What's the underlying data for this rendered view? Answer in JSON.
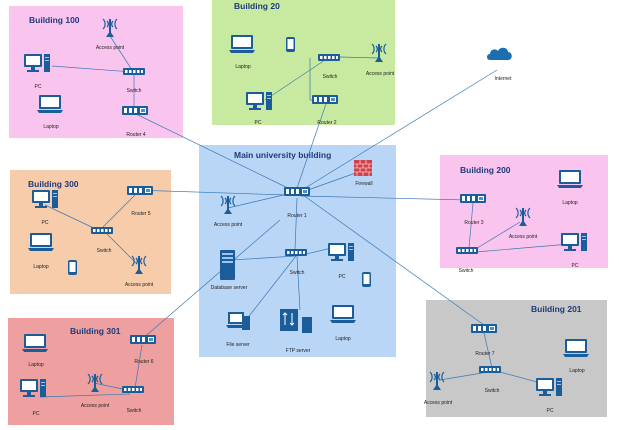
{
  "zones": {
    "b100": {
      "title": "Building 100",
      "color": "#f9c5ee"
    },
    "b20": {
      "title": "Building 20",
      "color": "#c8e9a0"
    },
    "b300": {
      "title": "Building 300",
      "color": "#f6ccaa"
    },
    "main": {
      "title": "Main university building",
      "color": "#b9d6f7"
    },
    "b200": {
      "title": "Building 200",
      "color": "#f9c5ee"
    },
    "b301": {
      "title": "Building 301",
      "color": "#ee9f9f"
    },
    "b201": {
      "title": "Building 201",
      "color": "#c8c8c8"
    }
  },
  "labels": {
    "b100_ap": "Access point",
    "b100_pc": "PC",
    "b100_switch": "Switch",
    "b100_laptop": "Laptop",
    "b100_router": "Router 4",
    "b20_laptop": "Laptop",
    "b20_switch": "Switch",
    "b20_ap": "Access point",
    "b20_pc": "PC",
    "b20_router": "Router 2",
    "internet": "Internet",
    "main_firewall": "Firewall",
    "main_router": "Router 1",
    "main_ap": "Access point",
    "main_switch": "Switch",
    "main_pc": "PC",
    "main_db": "Database server",
    "main_file": "File server",
    "main_ftp": "FTP server",
    "main_laptop": "Laptop",
    "b300_pc": "PC",
    "b300_router": "Router 5",
    "b300_switch": "Switch",
    "b300_laptop": "Laptop",
    "b300_ap": "Access point",
    "b200_laptop": "Laptop",
    "b200_router": "Router 3",
    "b200_ap": "Access point",
    "b200_switch": "Switch",
    "b200_pc": "PC",
    "b301_router": "Router 6",
    "b301_laptop": "Laptop",
    "b301_ap": "Access point",
    "b301_pc": "PC",
    "b301_switch": "Switch",
    "b201_router": "Router 7",
    "b201_laptop": "Laptop",
    "b201_switch": "Switch",
    "b201_ap": "Access point",
    "b201_pc": "PC"
  },
  "colors": {
    "line": "#3a78b5",
    "device_dark": "#1b5d9b",
    "device_light": "#4a90d0",
    "firewall": "#d2404a",
    "cloud": "#1b6fb0"
  },
  "icons": [
    "pc-icon",
    "laptop-icon",
    "switch-icon",
    "router-icon",
    "access-point-icon",
    "phone-icon",
    "server-icon",
    "firewall-icon",
    "cloud-icon"
  ]
}
